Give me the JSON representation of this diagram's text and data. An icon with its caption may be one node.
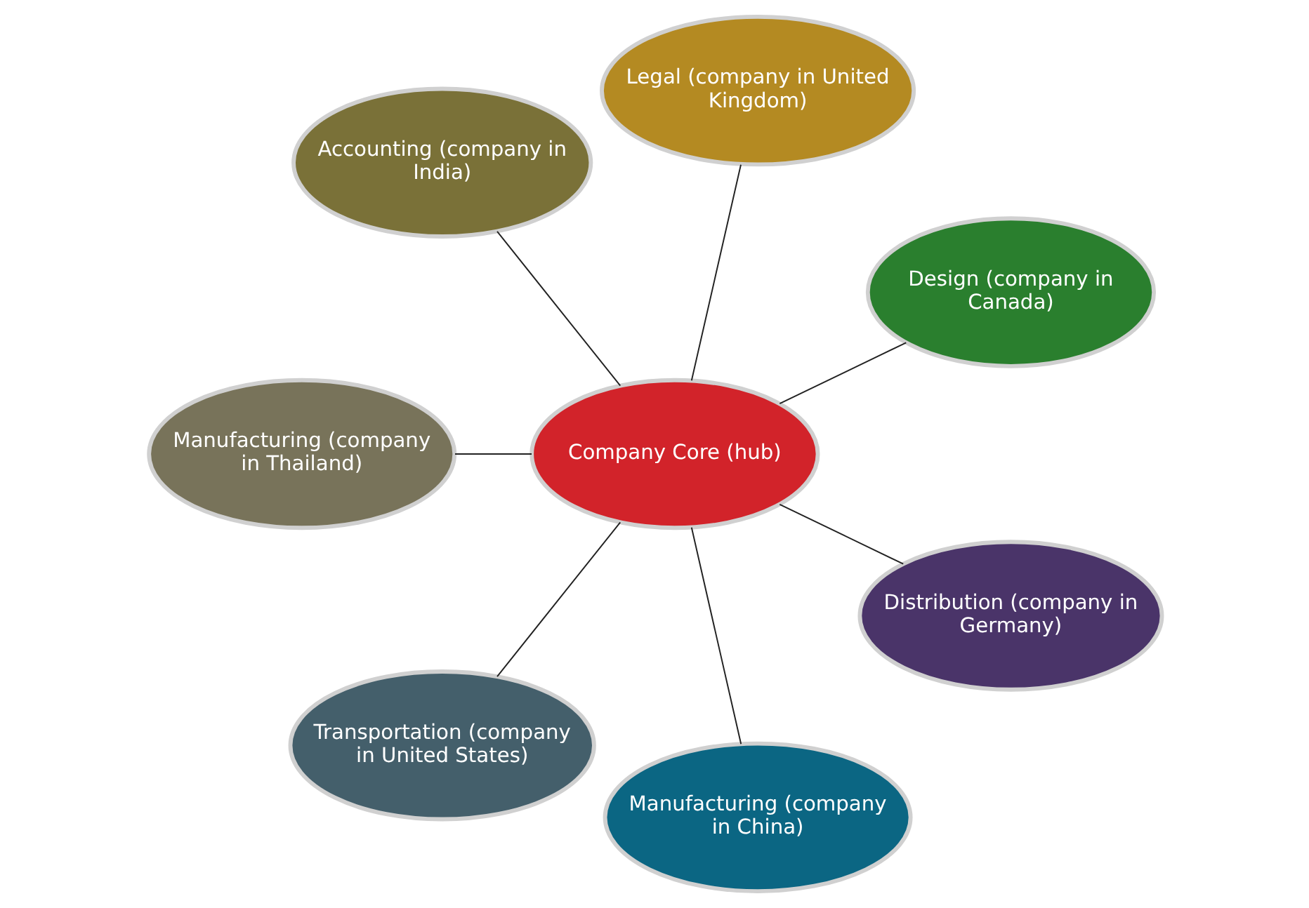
{
  "diagram": {
    "nodes": [
      {
        "text": [
          "Design (company in Canada)"
        ]
      },
      {
        "text": [
          "Legal (company in United Kingdom)"
        ]
      },
      {
        "text": [
          "Accounting (company in India)"
        ]
      },
      {
        "text": [
          "Company Core (hub)"
        ]
      },
      {
        "text": [
          "Manufacturing (company in Thailand)"
        ]
      },
      {
        "text": [
          "Transportation (company in United States)"
        ]
      },
      {
        "text": [
          "Manufacturing (company in China)"
        ]
      },
      {
        "text": [
          "Distribution (company in Germany)"
        ]
      }
    ],
    "edges": [
      {
        "from": 3,
        "to": 0,
        "arrow": "none"
      },
      {
        "from": 3,
        "to": 2,
        "arrow": "none"
      },
      {
        "from": 3,
        "to": 5,
        "arrow": "none"
      },
      {
        "from": 3,
        "to": 7,
        "arrow": "none"
      },
      {
        "from": 3,
        "to": 6,
        "arrow": "none"
      },
      {
        "from": 3,
        "to": 4,
        "arrow": "none"
      },
      {
        "from": 3,
        "to": 1,
        "arrow": "none"
      }
    ]
  }
}
